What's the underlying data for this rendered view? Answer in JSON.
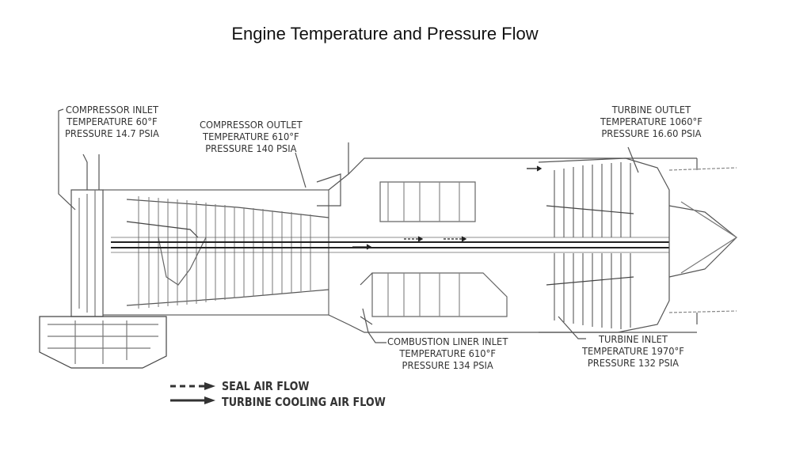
{
  "title": "Engine Temperature and Pressure Flow",
  "callouts": {
    "compressor_inlet": {
      "name": "COMPRESSOR INLET",
      "temperature": "TEMPERATURE 60°F",
      "pressure": "PRESSURE 14.7 PSIA"
    },
    "compressor_outlet": {
      "name": "COMPRESSOR OUTLET",
      "temperature": "TEMPERATURE 610°F",
      "pressure": "PRESSURE 140 PSIA"
    },
    "turbine_outlet": {
      "name": "TURBINE OUTLET",
      "temperature": "TEMPERATURE 1060°F",
      "pressure": "PRESSURE 16.60 PSIA"
    },
    "combustion_liner_inlet": {
      "name": "COMBUSTION LINER INLET",
      "temperature": "TEMPERATURE 610°F",
      "pressure": "PRESSURE 134 PSIA"
    },
    "turbine_inlet": {
      "name": "TURBINE INLET",
      "temperature": "TEMPERATURE 1970°F",
      "pressure": "PRESSURE 132 PSIA"
    }
  },
  "legend": {
    "seal_air_flow": {
      "label": "SEAL AIR FLOW",
      "style": "dashed-arrow"
    },
    "turbine_cooling_air_flow": {
      "label": "TURBINE COOLING AIR FLOW",
      "style": "solid-arrow"
    }
  },
  "colors": {
    "ink": "#333333",
    "background": "#ffffff"
  }
}
